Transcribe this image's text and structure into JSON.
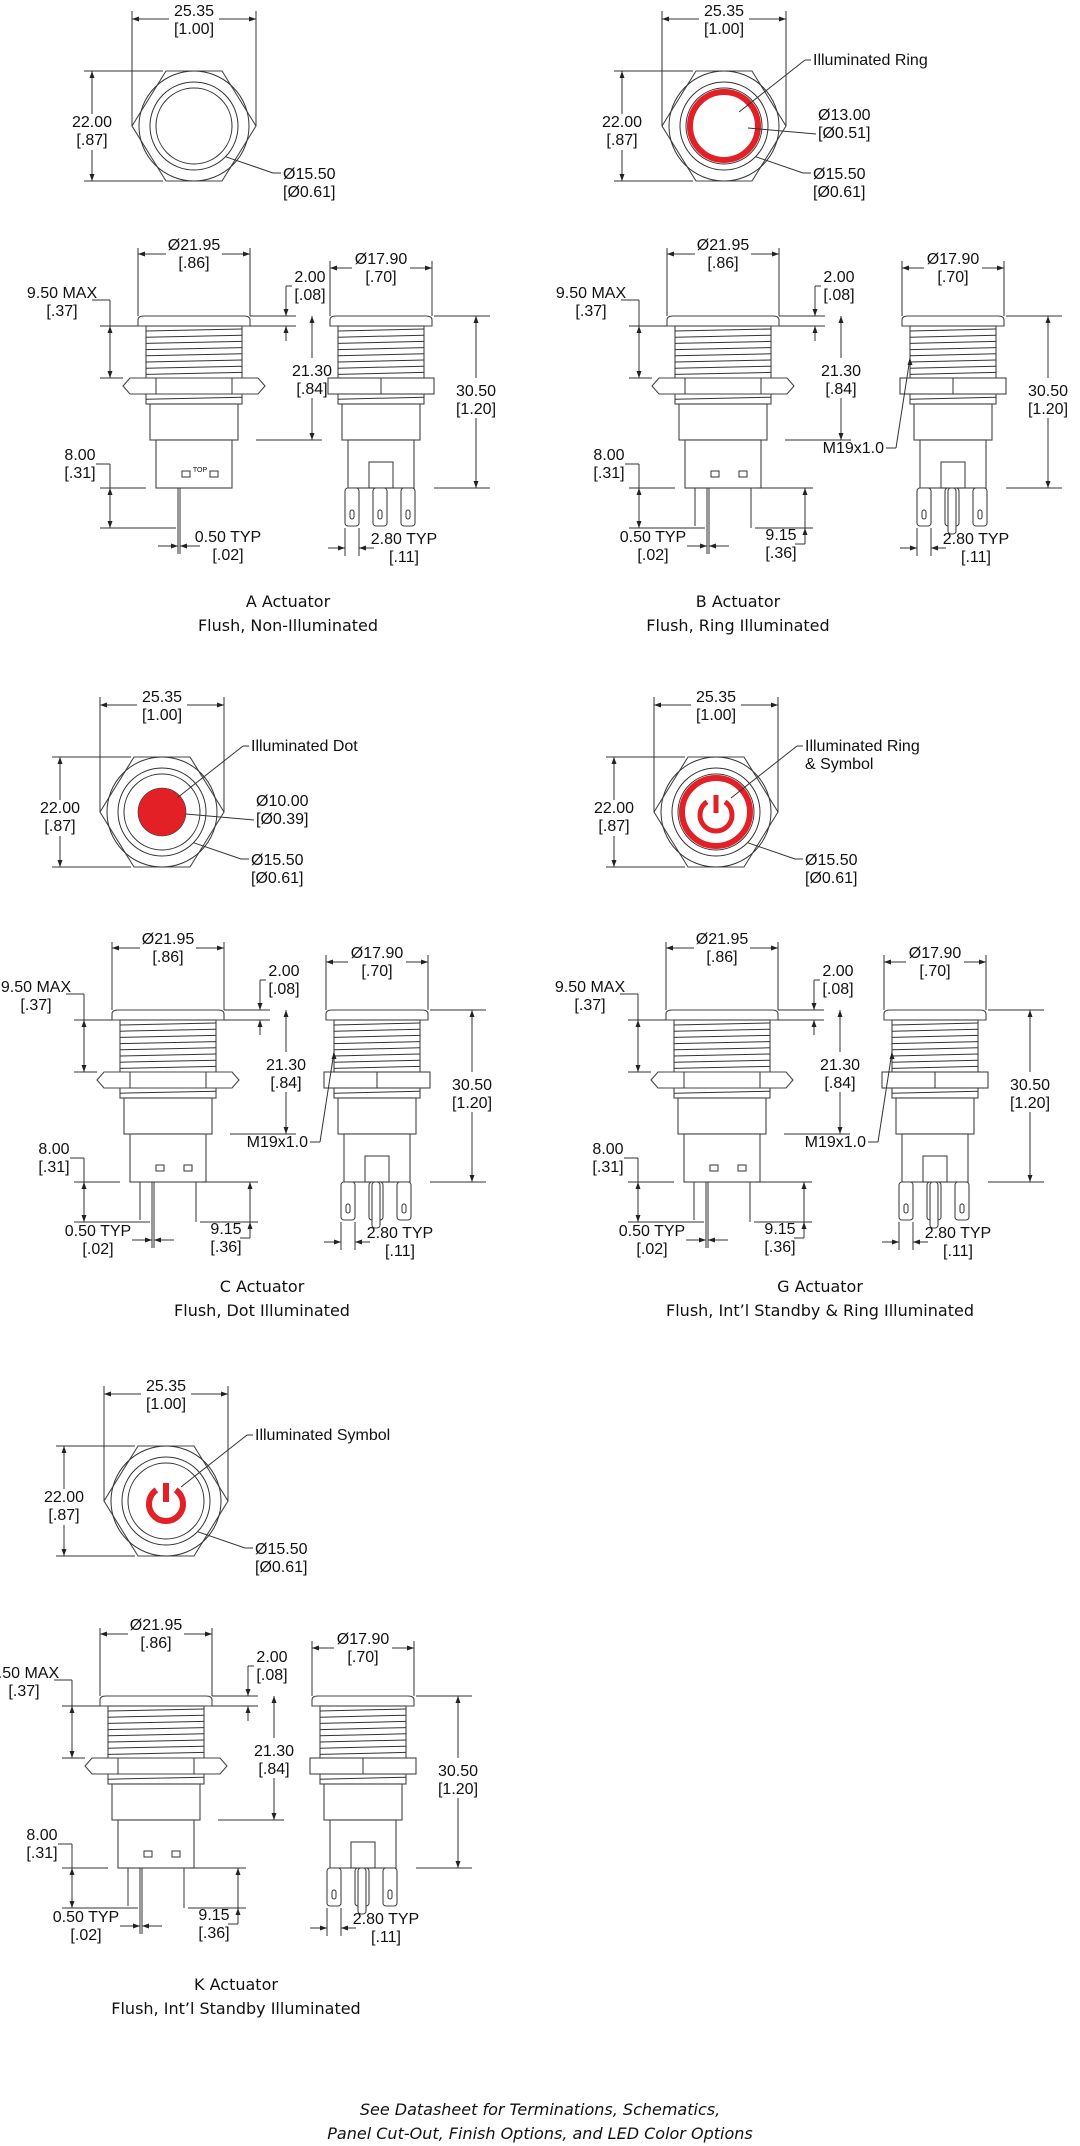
{
  "colors": {
    "illumination": "#e32026",
    "line": "#333333"
  },
  "common": {
    "hex_width": "25.35",
    "hex_width_in": "[1.00]",
    "hex_height": "22.00",
    "hex_height_in": "[.87]",
    "bezel_dia": "Ø15.50",
    "bezel_dia_in": "[Ø0.61]",
    "flange_dia": "Ø21.95",
    "flange_dia_in": "[.86]",
    "flange_thk": "2.00",
    "flange_thk_in": "[.08]",
    "panel_max": "9.50 MAX",
    "panel_max_in": "[.37]",
    "body_len": "21.30",
    "body_len_in": "[.84]",
    "pin_len": "8.00",
    "pin_len_in": "[.31]",
    "pin_w": "0.50 TYP",
    "pin_w_in": "[.02]",
    "led_pin": "9.15",
    "led_pin_in": "[.36]",
    "side_dia": "Ø17.90",
    "side_dia_in": "[.70]",
    "total_len": "30.50",
    "total_len_in": "[1.20]",
    "term_w": "2.80 TYP",
    "term_w_in": "[.11]",
    "thread": "M19x1.0",
    "top_mark": "TOP"
  },
  "actuators": [
    {
      "title": "A Actuator",
      "subtitle": "Flush, Non-Illuminated",
      "illumination": "none",
      "callout": "",
      "inner_dia": "",
      "inner_dia_in": ""
    },
    {
      "title": "B Actuator",
      "subtitle": "Flush, Ring Illuminated",
      "illumination": "ring",
      "callout": "Illuminated Ring",
      "inner_dia": "Ø13.00",
      "inner_dia_in": "[Ø0.51]"
    },
    {
      "title": "C Actuator",
      "subtitle": "Flush, Dot Illuminated",
      "illumination": "dot",
      "callout": "Illuminated Dot",
      "inner_dia": "Ø10.00",
      "inner_dia_in": "[Ø0.39]"
    },
    {
      "title": "G Actuator",
      "subtitle": "Flush, Int’l Standby & Ring Illuminated",
      "illumination": "ring-symbol",
      "callout": "Illuminated Ring",
      "callout2": "& Symbol",
      "inner_dia": "",
      "inner_dia_in": ""
    },
    {
      "title": "K Actuator",
      "subtitle": "Flush, Int’l Standby Illuminated",
      "illumination": "symbol",
      "callout": "Illuminated Symbol",
      "inner_dia": "",
      "inner_dia_in": ""
    }
  ],
  "footer": {
    "line1": "See Datasheet for Terminations, Schematics,",
    "line2": "Panel Cut-Out, Finish Options, and LED Color Options"
  }
}
